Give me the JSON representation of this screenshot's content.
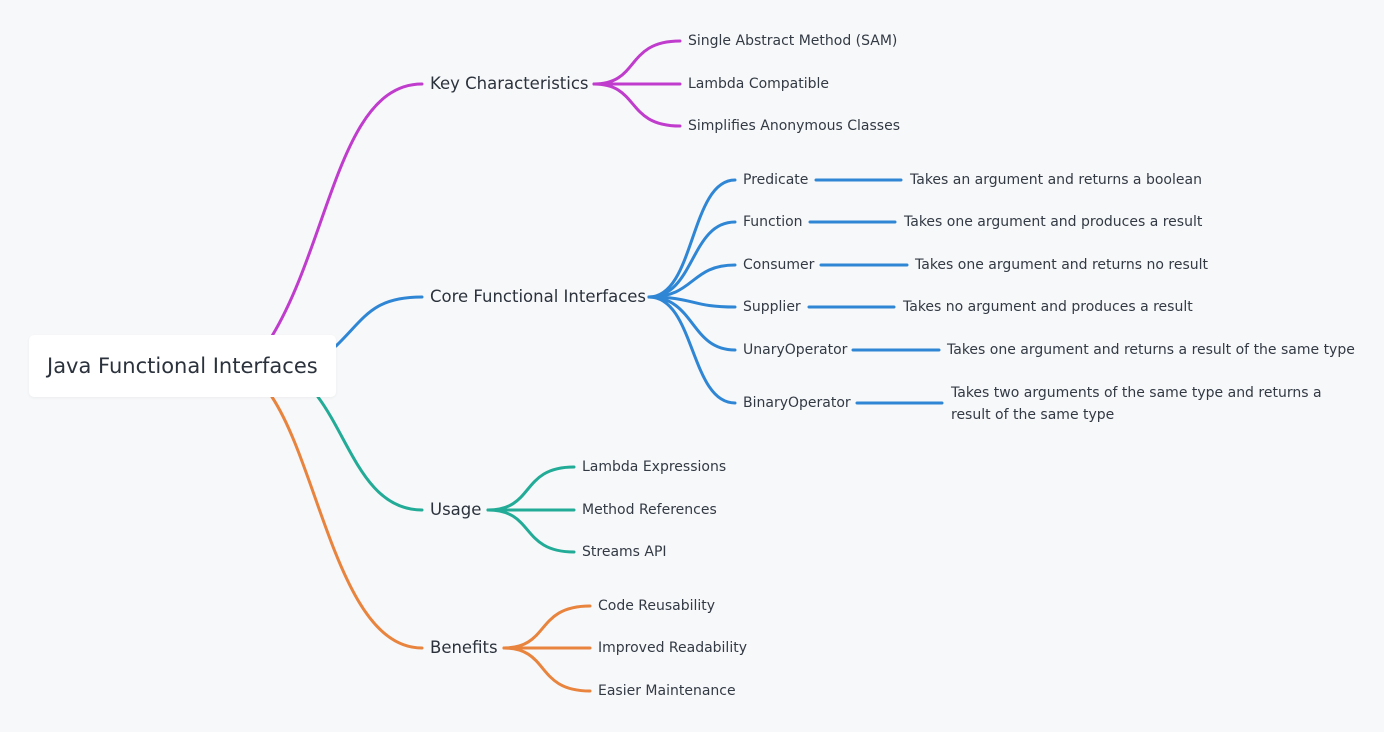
{
  "root": {
    "label": "Java Functional Interfaces"
  },
  "colors": {
    "key_characteristics": "#bf3ccc",
    "core_functional_interfaces": "#2f86d4",
    "usage": "#22ab96",
    "benefits": "#e8843d"
  },
  "branches": {
    "key_characteristics": {
      "label": "Key Characteristics",
      "children": [
        "Single Abstract Method (SAM)",
        "Lambda Compatible",
        "Simplifies Anonymous Classes"
      ]
    },
    "core_functional_interfaces": {
      "label": "Core Functional Interfaces",
      "children": [
        {
          "label": "Predicate",
          "detail": "Takes an argument and returns a boolean"
        },
        {
          "label": "Function",
          "detail": "Takes one argument and produces a result"
        },
        {
          "label": "Consumer",
          "detail": "Takes one argument and returns no result"
        },
        {
          "label": "Supplier",
          "detail": "Takes no argument and produces a result"
        },
        {
          "label": "UnaryOperator",
          "detail": "Takes one argument and returns a result of the same type"
        },
        {
          "label": "BinaryOperator",
          "detail": "Takes two arguments of the same type and returns a result of the same type"
        }
      ]
    },
    "usage": {
      "label": "Usage",
      "children": [
        "Lambda Expressions",
        "Method References",
        "Streams API"
      ]
    },
    "benefits": {
      "label": "Benefits",
      "children": [
        "Code Reusability",
        "Improved Readability",
        "Easier Maintenance"
      ]
    }
  }
}
